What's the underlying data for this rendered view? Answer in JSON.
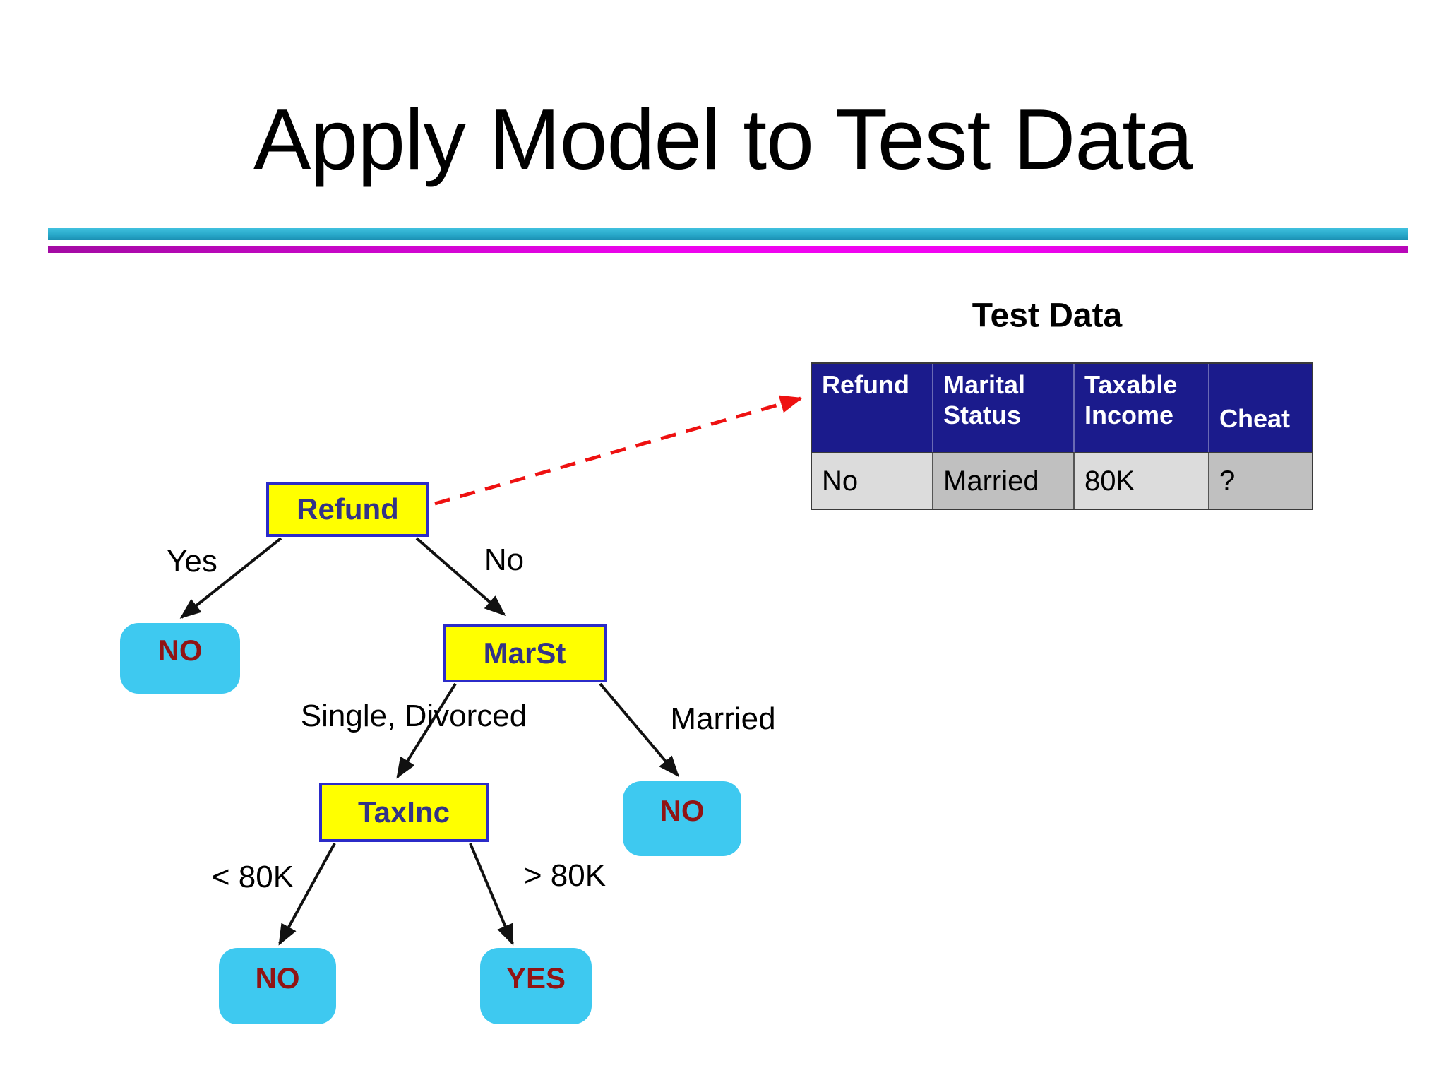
{
  "slide": {
    "title": "Apply Model to Test Data"
  },
  "test_data": {
    "heading": "Test Data",
    "columns": [
      "Refund",
      "Marital Status",
      "Taxable Income",
      "Cheat"
    ],
    "row": [
      "No",
      "Married",
      "80K",
      "?"
    ]
  },
  "decision_tree": {
    "nodes": {
      "refund": "Refund",
      "marst": "MarSt",
      "taxinc": "TaxInc"
    },
    "leaves": {
      "refund_yes": "NO",
      "marst_married": "NO",
      "taxinc_lt": "NO",
      "taxinc_gt": "YES"
    },
    "edge_labels": {
      "yes": "Yes",
      "no": "No",
      "single_divorced": "Single, Divorced",
      "married": "Married",
      "lt_80k": "< 80K",
      "gt_80k": "> 80K"
    }
  },
  "colors": {
    "node_fill": "#ffff00",
    "node_border": "#2b2bc8",
    "node_text": "#333387",
    "leaf_fill": "#3ec9f0",
    "leaf_text": "#911414",
    "header_bg": "#1b1b8c",
    "header_text": "#ffffff",
    "cell_light": "#dcdcdc",
    "cell_dark": "#c0c0c0",
    "edge_black": "#111111",
    "arrow_red": "#ee1111",
    "rule_teal": "#28a8c9",
    "rule_magenta": "#e303e3"
  }
}
